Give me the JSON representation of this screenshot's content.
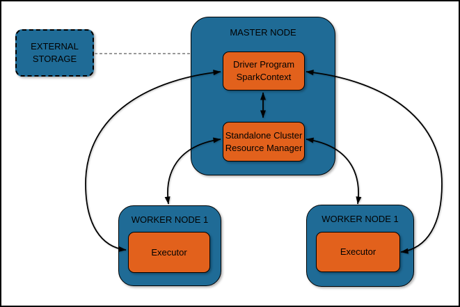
{
  "external_storage": {
    "line1": "EXTERNAL",
    "line2": "STORAGE"
  },
  "master_node": {
    "title": "MASTER NODE"
  },
  "driver_program": {
    "line1": "Driver Program",
    "line2": "SparkContext"
  },
  "resource_manager": {
    "line1": "Standalone Cluster",
    "line2": "Resource Manager"
  },
  "worker_nodes": [
    {
      "title": "WORKER NODE 1",
      "executor": "Executor"
    },
    {
      "title": "WORKER NODE 1",
      "executor": "Executor"
    }
  ],
  "connectors": [
    {
      "from": "External Storage",
      "to": "Master Node",
      "style": "dashed",
      "direction": "none"
    },
    {
      "from": "Driver Program SparkContext",
      "to": "Standalone Cluster Resource Manager",
      "style": "solid",
      "direction": "both"
    },
    {
      "from": "Driver Program SparkContext",
      "to": "Executor (left worker)",
      "style": "solid",
      "direction": "both"
    },
    {
      "from": "Driver Program SparkContext",
      "to": "Executor (right worker)",
      "style": "solid",
      "direction": "both"
    },
    {
      "from": "Standalone Cluster Resource Manager",
      "to": "Worker Node (left)",
      "style": "solid",
      "direction": "both"
    },
    {
      "from": "Standalone Cluster Resource Manager",
      "to": "Worker Node (right)",
      "style": "solid",
      "direction": "both"
    }
  ],
  "colors": {
    "node_fill": "#1F6B96",
    "box_fill": "#E2611C",
    "outline": "#000000",
    "dashed_link": "#999999",
    "arrow": "#000000",
    "background": "#FFFFFF"
  }
}
